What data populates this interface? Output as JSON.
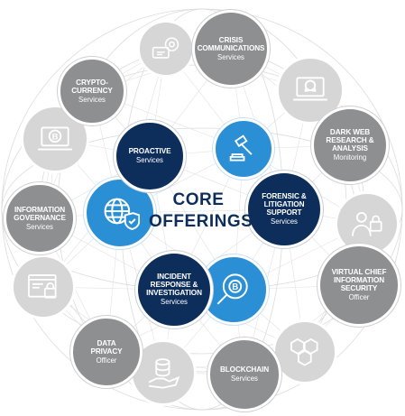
{
  "center": {
    "line1": "CORE",
    "line2": "OFFERINGS"
  },
  "services": {
    "crisis": {
      "title": [
        "CRISIS",
        "COMMUNICATIONS"
      ],
      "subtitle": "Services"
    },
    "crypto": {
      "title": [
        "CRYPTO-",
        "CURRENCY"
      ],
      "subtitle": "Services"
    },
    "darkweb": {
      "title": [
        "DARK WEB",
        "RESEARCH &",
        "ANALYSIS"
      ],
      "subtitle": "Monitoring"
    },
    "proactive": {
      "title": [
        "PROACTIVE"
      ],
      "subtitle": "Services"
    },
    "forensic": {
      "title": [
        "FORENSIC &",
        "LITIGATION",
        "SUPPORT"
      ],
      "subtitle": "Services"
    },
    "infogov": {
      "title": [
        "INFORMATION",
        "GOVERNANCE"
      ],
      "subtitle": "Services"
    },
    "incident": {
      "title": [
        "INCIDENT",
        "RESPONSE &",
        "INVESTIGATION"
      ],
      "subtitle": "Services"
    },
    "vciso": {
      "title": [
        "VIRTUAL CHIEF",
        "INFORMATION",
        "SECURITY"
      ],
      "subtitle": "Officer"
    },
    "dataprivacy": {
      "title": [
        "DATA",
        "PRIVACY"
      ],
      "subtitle": "Officer"
    },
    "blockchain": {
      "title": [
        "BLOCKCHAIN"
      ],
      "subtitle": "Services"
    }
  },
  "icons": {
    "idea": "lightbulb-gear-chat-icon",
    "hacker": "skull-laptop-icon",
    "bitcoin": "bitcoin-laptop-icon",
    "gavel": "gavel-icon",
    "globe": "globe-shield-icon",
    "officer": "officer-lock-icon",
    "browser": "browser-lock-icon",
    "magnifier": "magnifier-bitcoin-icon",
    "hexagons": "hexagon-chain-icon",
    "database": "database-hand-icon"
  },
  "colors": {
    "navy": "#0d2d5a",
    "blue": "#2a8fd4",
    "gray": "#8e8f90",
    "ghost": "#d6d6d6"
  }
}
